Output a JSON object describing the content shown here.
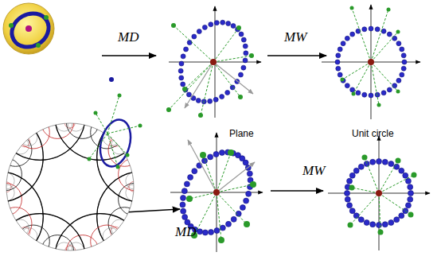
{
  "diagram": {
    "labels": [
      "MD",
      "MW",
      "Plane",
      "Unit circle",
      "MW",
      "MD"
    ]
  }
}
